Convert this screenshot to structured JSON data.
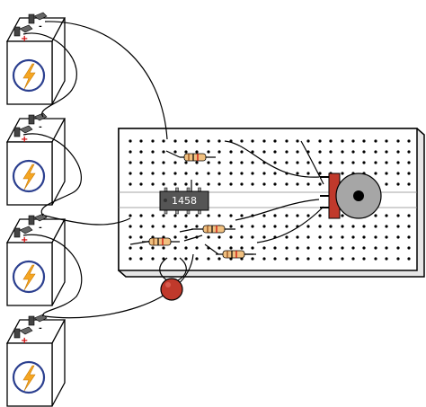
{
  "diagram": {
    "chip_label": "1458",
    "battery_count": 4,
    "battery_symbol_positive": "+",
    "battery_symbol_negative": "-",
    "battery_icon": "lightning-bolt-icon",
    "components": [
      "breadboard",
      "op-amp-chip",
      "resistor",
      "potentiometer",
      "led"
    ],
    "colors": {
      "battery_face": "#ffffff",
      "battery_outline": "#000000",
      "bolt_fill": "#f5a623",
      "bolt_ring": "#2b3f8f",
      "positive_mark": "#cc0000",
      "breadboard": "#ffffff",
      "breadboard_edge": "#dcdcdc",
      "chip": "#555555",
      "resistor_body": "#f0c080",
      "pot_body": "#a6a6a6",
      "pot_mount": "#c0392b",
      "led": "#c0392b",
      "wire": "#000000"
    }
  }
}
